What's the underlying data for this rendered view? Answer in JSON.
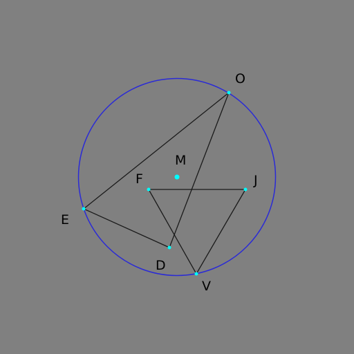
{
  "colors": {
    "background": "#808080",
    "circle": "#2a2ad6",
    "segment": "#1a1a1a",
    "point": "#00ffff"
  },
  "circle": {
    "center": "M",
    "through": [
      "O",
      "E",
      "V"
    ]
  },
  "points": [
    {
      "id": "O",
      "label": "O"
    },
    {
      "id": "E",
      "label": "E"
    },
    {
      "id": "D",
      "label": "D"
    },
    {
      "id": "F",
      "label": "F"
    },
    {
      "id": "J",
      "label": "J"
    },
    {
      "id": "V",
      "label": "V"
    },
    {
      "id": "M",
      "label": "M"
    }
  ],
  "segments": [
    [
      "O",
      "E"
    ],
    [
      "E",
      "D"
    ],
    [
      "D",
      "O"
    ],
    [
      "F",
      "J"
    ],
    [
      "J",
      "V"
    ],
    [
      "V",
      "F"
    ]
  ]
}
